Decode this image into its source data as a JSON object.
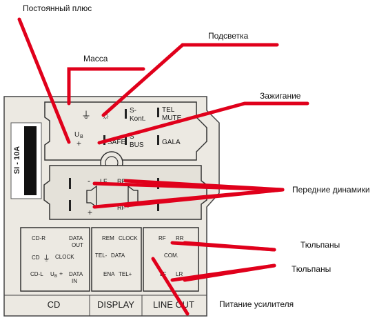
{
  "annotations": {
    "constant_plus": "Постоянный плюс",
    "backlight": "Подсветка",
    "ground": "Масса",
    "ignition": "Зажигание",
    "front_speakers": "Передние динамики",
    "rca_1": "Тюльпаны",
    "rca_2": "Тюльпаны",
    "amp_power": "Питание усилителя"
  },
  "connector": {
    "model": "SI - 10A",
    "top_block": {
      "s_kont": "S-",
      "s_kont_2": "Kont.",
      "tel": "TEL",
      "mute": "MUTE",
      "ub": "U",
      "ub_sub": "B",
      "plus": "+",
      "safe": "SAFE",
      "s": "S",
      "bus": "BUS",
      "gala": "GALA"
    },
    "speaker_block": {
      "lf": "LF",
      "rf": "RF",
      "minus": "-",
      "plus": "+"
    },
    "cd_block": {
      "cd_r": "CD-R",
      "data": "DATA",
      "out": "OUT",
      "cd": "CD",
      "clock": "CLOCK",
      "cd_l": "CD-L",
      "ub_plus": "U",
      "ub_sub": "B",
      "ub_plus_sign": "+",
      "data_in": "DATA",
      "in": "IN"
    },
    "display_block": {
      "rem": "REM",
      "clock": "CLOCK",
      "tel_minus": "TEL-",
      "data": "DATA",
      "ena": "ENA",
      "tel_plus": "TEL+"
    },
    "lineout_block": {
      "rf": "RF",
      "rr": "RR",
      "com": "COM.",
      "lf": "LF",
      "lr": "LR"
    },
    "bottom_labels": {
      "cd": "CD",
      "display": "DISPLAY",
      "line_out": "LINE OUT"
    }
  },
  "colors": {
    "arrow": "#e0001b",
    "panel": "#ece9e2",
    "line": "#333333"
  }
}
